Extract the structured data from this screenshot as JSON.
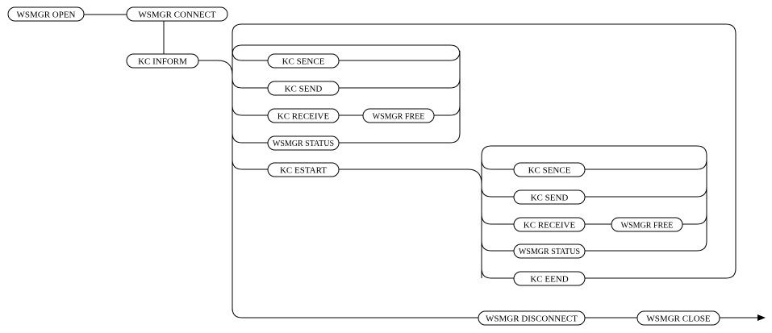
{
  "nodes": {
    "wsmgr_open": "WSMGR OPEN",
    "wsmgr_connect": "WSMGR CONNECT",
    "kc_inform": "KC INFORM",
    "kc_sence_1": "KC SENCE",
    "kc_send_1": "KC SEND",
    "kc_receive_1": "KC RECEIVE",
    "wsmgr_free_1": "WSMGR FREE",
    "wsmgr_status_1": "WSMGR STATUS",
    "kc_estart": "KC ESTART",
    "kc_sence_2": "KC SENCE",
    "kc_send_2": "KC SEND",
    "kc_receive_2": "KC RECEIVE",
    "wsmgr_free_2": "WSMGR FREE",
    "wsmgr_status_2": "WSMGR STATUS",
    "kc_eend": "KC EEND",
    "wsmgr_disconnect": "WSMGR DISCONNECT",
    "wsmgr_close": "WSMGR CLOSE"
  }
}
